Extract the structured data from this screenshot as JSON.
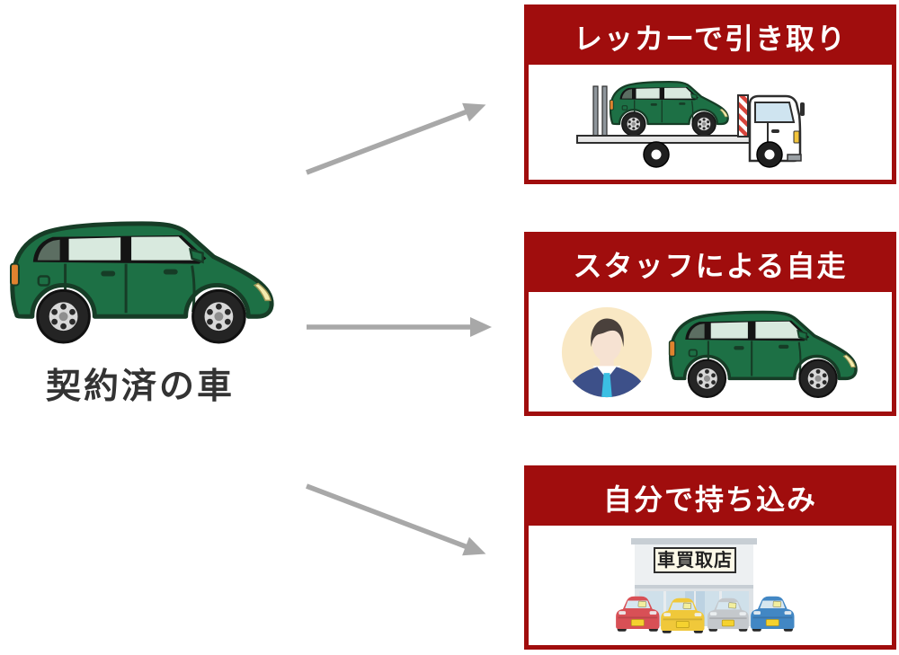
{
  "diagram": {
    "source": {
      "label": "契約済の車"
    },
    "options": [
      {
        "id": "tow-pickup",
        "title": "レッカーで引き取り",
        "illustration": "tow-truck-carrying-green-car"
      },
      {
        "id": "staff-drive",
        "title": "スタッフによる自走",
        "illustration": "staff-avatar-and-green-car"
      },
      {
        "id": "self-bring",
        "title": "自分で持ち込み",
        "illustration": "car-buying-shop-storefront",
        "shop_sign": "車買取店"
      }
    ]
  },
  "colors": {
    "accent_red": "#a00d0d",
    "arrow_gray": "#a8a8a8",
    "car_green": "#1d7045",
    "car_outline": "#163c26",
    "header_text": "#ffffff",
    "label_text": "#333333",
    "avatar_bg": "#f9e8c4",
    "suit_navy": "#3d5089",
    "tie_cyan": "#3bbfe3",
    "shop_cars": [
      "#d85056",
      "#f0c83a",
      "#c4c8cc",
      "#4287c4"
    ]
  }
}
